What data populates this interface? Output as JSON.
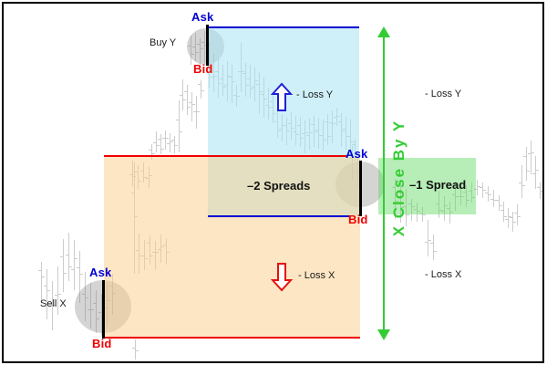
{
  "diagram": {
    "buy_y_marker": {
      "ask_label": "Ask",
      "bid_label": "Bid",
      "side_label": "Buy Y"
    },
    "close_marker": {
      "ask_label": "Ask",
      "bid_label": "Bid"
    },
    "sell_x_marker": {
      "ask_label": "Ask",
      "bid_label": "Bid",
      "side_label": "Sell X"
    },
    "loss_y_zone": {
      "arrow_label": "- Loss Y",
      "right_label": "- Loss Y"
    },
    "loss_x_zone": {
      "arrow_label": "- Loss X",
      "right_label": "- Loss X"
    },
    "spread_2_label": "–2 Spreads",
    "spread_1_label": "–1 Spread",
    "close_axis_label": "X Close By Y"
  },
  "colors": {
    "ask_blue": "#0000d2",
    "bid_red": "#f00000",
    "close_green": "#33cc33",
    "bar_gray": "#cccccc",
    "marker_circle": "rgba(125,125,125,0.33)",
    "loss_y_fill": "rgba(168,228,242,0.55)",
    "loss_x_fill": "rgba(250,205,135,0.5)",
    "close_fill": "rgba(95,215,95,0.45)"
  },
  "background_bars": [
    [
      45,
      287,
      332
    ],
    [
      51,
      295,
      350
    ],
    [
      57,
      308,
      362
    ],
    [
      63,
      292,
      345
    ],
    [
      69,
      262,
      320
    ],
    [
      75,
      255,
      308
    ],
    [
      81,
      263,
      318
    ],
    [
      87,
      275,
      332
    ],
    [
      93,
      298,
      352
    ],
    [
      99,
      310,
      360
    ],
    [
      105,
      318,
      365
    ],
    [
      111,
      322,
      368
    ],
    [
      117,
      310,
      358
    ],
    [
      123,
      300,
      345
    ],
    [
      148,
      372,
      394
    ],
    [
      145,
      176,
      204
    ],
    [
      151,
      181,
      207
    ],
    [
      157,
      178,
      200
    ],
    [
      163,
      183,
      206
    ],
    [
      147,
      178,
      300
    ],
    [
      152,
      256,
      300
    ],
    [
      158,
      263,
      296
    ],
    [
      164,
      258,
      290
    ],
    [
      170,
      264,
      296
    ],
    [
      176,
      257,
      288
    ],
    [
      182,
      261,
      290
    ],
    [
      166,
      158,
      175
    ],
    [
      171,
      144,
      167
    ],
    [
      176,
      147,
      169
    ],
    [
      181,
      143,
      164
    ],
    [
      186,
      146,
      167
    ],
    [
      191,
      149,
      168
    ],
    [
      196,
      110,
      167
    ],
    [
      200,
      87,
      121
    ],
    [
      205,
      93,
      126
    ],
    [
      210,
      101,
      133
    ],
    [
      215,
      105,
      141
    ],
    [
      220,
      88,
      108
    ],
    [
      209,
      39,
      71
    ],
    [
      214,
      36,
      67
    ],
    [
      219,
      42,
      73
    ],
    [
      224,
      34,
      69
    ],
    [
      229,
      46,
      96
    ],
    [
      234,
      59,
      101
    ],
    [
      239,
      65,
      107
    ],
    [
      244,
      71,
      105
    ],
    [
      249,
      67,
      111
    ],
    [
      254,
      71,
      113
    ],
    [
      259,
      93,
      117
    ],
    [
      264,
      47,
      101
    ],
    [
      269,
      69,
      106
    ],
    [
      274,
      71,
      107
    ],
    [
      279,
      74,
      111
    ],
    [
      284,
      79,
      125
    ],
    [
      289,
      85,
      129
    ],
    [
      294,
      96,
      131
    ],
    [
      299,
      101,
      135
    ],
    [
      304,
      121,
      151
    ],
    [
      309,
      125,
      155
    ],
    [
      314,
      129,
      159
    ],
    [
      319,
      123,
      153
    ],
    [
      324,
      127,
      159
    ],
    [
      329,
      128,
      161
    ],
    [
      334,
      132,
      168
    ],
    [
      339,
      130,
      164
    ],
    [
      344,
      127,
      161
    ],
    [
      349,
      129,
      163
    ],
    [
      354,
      131,
      165
    ],
    [
      359,
      125,
      159
    ],
    [
      364,
      121,
      157
    ],
    [
      369,
      118,
      138
    ],
    [
      374,
      124,
      161
    ],
    [
      379,
      128,
      164
    ],
    [
      384,
      131,
      167
    ],
    [
      389,
      153,
      174
    ],
    [
      386,
      160,
      198
    ],
    [
      392,
      172,
      206
    ],
    [
      433,
      196,
      240
    ],
    [
      439,
      201,
      244
    ],
    [
      445,
      207,
      248
    ],
    [
      451,
      218,
      242
    ],
    [
      457,
      222,
      243
    ],
    [
      463,
      227,
      243
    ],
    [
      469,
      241,
      281
    ],
    [
      475,
      257,
      285
    ],
    [
      481,
      209,
      239
    ],
    [
      487,
      215,
      242
    ],
    [
      493,
      221,
      245
    ],
    [
      499,
      199,
      231
    ],
    [
      505,
      201,
      225
    ],
    [
      511,
      203,
      227
    ],
    [
      517,
      200,
      222
    ],
    [
      523,
      197,
      214
    ],
    [
      529,
      200,
      217
    ],
    [
      535,
      204,
      221
    ],
    [
      541,
      208,
      227
    ],
    [
      547,
      214,
      231
    ],
    [
      552,
      221,
      243
    ],
    [
      557,
      228,
      250
    ],
    [
      562,
      232,
      254
    ],
    [
      567,
      224,
      247
    ],
    [
      572,
      181,
      217
    ],
    [
      577,
      161,
      198
    ],
    [
      582,
      154,
      191
    ],
    [
      587,
      171,
      207
    ],
    [
      592,
      200,
      218
    ]
  ]
}
